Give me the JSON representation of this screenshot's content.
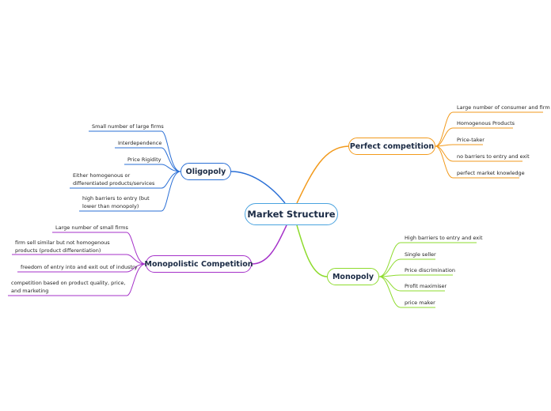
{
  "title": "Market Structure",
  "colors": {
    "center": "#4aa3df",
    "perfect": "#f29a1c",
    "oligopoly": "#2a6fd6",
    "monopoly": "#8edb2e",
    "monopolistic": "#a531c9"
  },
  "branches": {
    "perfect": {
      "label": "Perfect competition",
      "items": [
        "Large number of consumer and firm",
        "Homogenous Products",
        "Price-taker",
        "no barriers to entry and exit",
        "perfect market knowledge"
      ]
    },
    "oligopoly": {
      "label": "Oligopoly",
      "items": [
        "Small number of large firms",
        "Interdependence",
        "Price Rigidity",
        "Either homogenous or differentiated products/services",
        "high barriers to entry (but lower than monopoly)"
      ]
    },
    "monopoly": {
      "label": "Monopoly",
      "items": [
        "High barriers to entry and exit",
        "Single seller",
        "Price discrimination",
        "Profit maximiser",
        "price maker"
      ]
    },
    "monopolistic": {
      "label": "Monopolistic Competition",
      "items": [
        "Large number of small firms",
        "firm sell similar but not homogenous products (product differentiation)",
        "freedom of entry into and exit out of industry",
        "competition based on product quality, price, and marketing"
      ]
    }
  }
}
